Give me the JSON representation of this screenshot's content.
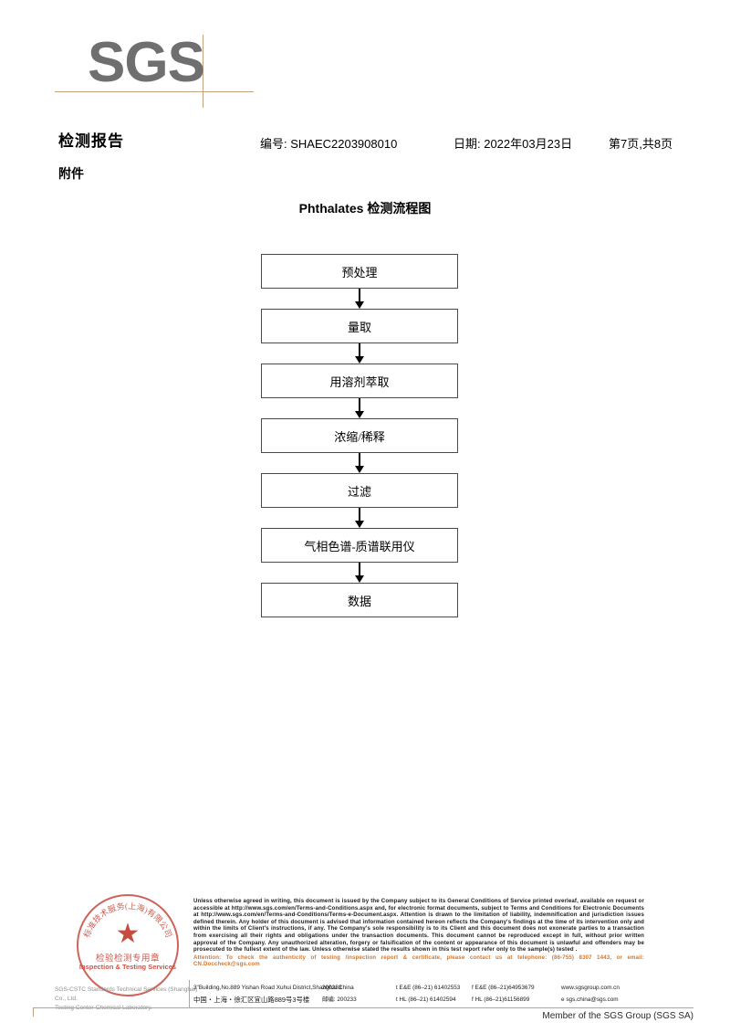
{
  "logo": {
    "text": "SGS"
  },
  "header": {
    "title": "检测报告",
    "subtitle": "附件",
    "report_no": "编号: SHAEC2203908010",
    "date": "日期: 2022年03月23日",
    "page": "第7页,共8页"
  },
  "flowchart": {
    "title": "Phthalates 检测流程图",
    "steps": [
      {
        "label": "预处理"
      },
      {
        "label": "量取"
      },
      {
        "label": "用溶剂萃取"
      },
      {
        "label": "浓缩/稀释"
      },
      {
        "label": "过滤"
      },
      {
        "label": "气相色谱-质谱联用仪"
      },
      {
        "label": "数据"
      }
    ]
  },
  "stamp": {
    "arc_top": "标准技术服务(上海)有限公司",
    "star": "★",
    "cn_text": "检验检测专用章",
    "en_text": "Inspection & Testing Services",
    "company_line1": "SGS-CSTC Standards Technical Services (Shanghai) Co., Ltd.",
    "company_line2": "Testing Center-Chemical Laboratory.",
    "color": "#c0392b"
  },
  "footer": {
    "legal": "Unless otherwise agreed in writing, this document is issued by the Company subject to its General Conditions of Service printed overleaf, available on request or accessible at http://www.sgs.com/en/Terms-and-Conditions.aspx and, for electronic format documents, subject to Terms and Conditions for Electronic Documents at http://www.sgs.com/en/Terms-and-Conditions/Terms-e-Document.aspx. Attention is drawn to the limitation of liability, indemnification and jurisdiction issues defined therein. Any holder of this document is advised that information contained hereon reflects the Company's findings at the time of its intervention only and within the limits of Client's instructions, if any. The Company's sole responsibility is to its Client and this document does not exonerate parties to a transaction from exercising all their rights and obligations under the transaction documents. This document cannot be reproduced except in full, without prior written approval of the Company. Any unauthorized alteration, forgery or falsification of the content or appearance of this document is unlawful and offenders may be prosecuted to the fullest extent of the law. Unless otherwise stated the results shown in this test report refer only to the sample(s) tested .",
    "attention": "Attention: To check the authenticity of testing /inspection report & certificate, please contact us at telephone: (86-755) 8307 1443, or email: CN.Doccheck@sgs.com",
    "attention_color": "#d4762a",
    "address": {
      "en": "3\"Building,No.889 Yishan Road Xuhui District,Shanghai China",
      "cn": "中国・上海・徐汇区宜山路889号3号楼",
      "zip_en": "200233",
      "zip_cn": "邮编: 200233",
      "tel_en": "t E&E (86–21) 61402553",
      "fax_en": "f E&E (86–21)64953679",
      "tel_cn": "t HL (86–21) 61402594",
      "fax_cn": "f HL (86–21)61156899",
      "web": "www.sgsgroup.com.cn",
      "email": "e  sgs.china@sgs.com"
    },
    "member": "Member of the SGS Group (SGS SA)"
  }
}
